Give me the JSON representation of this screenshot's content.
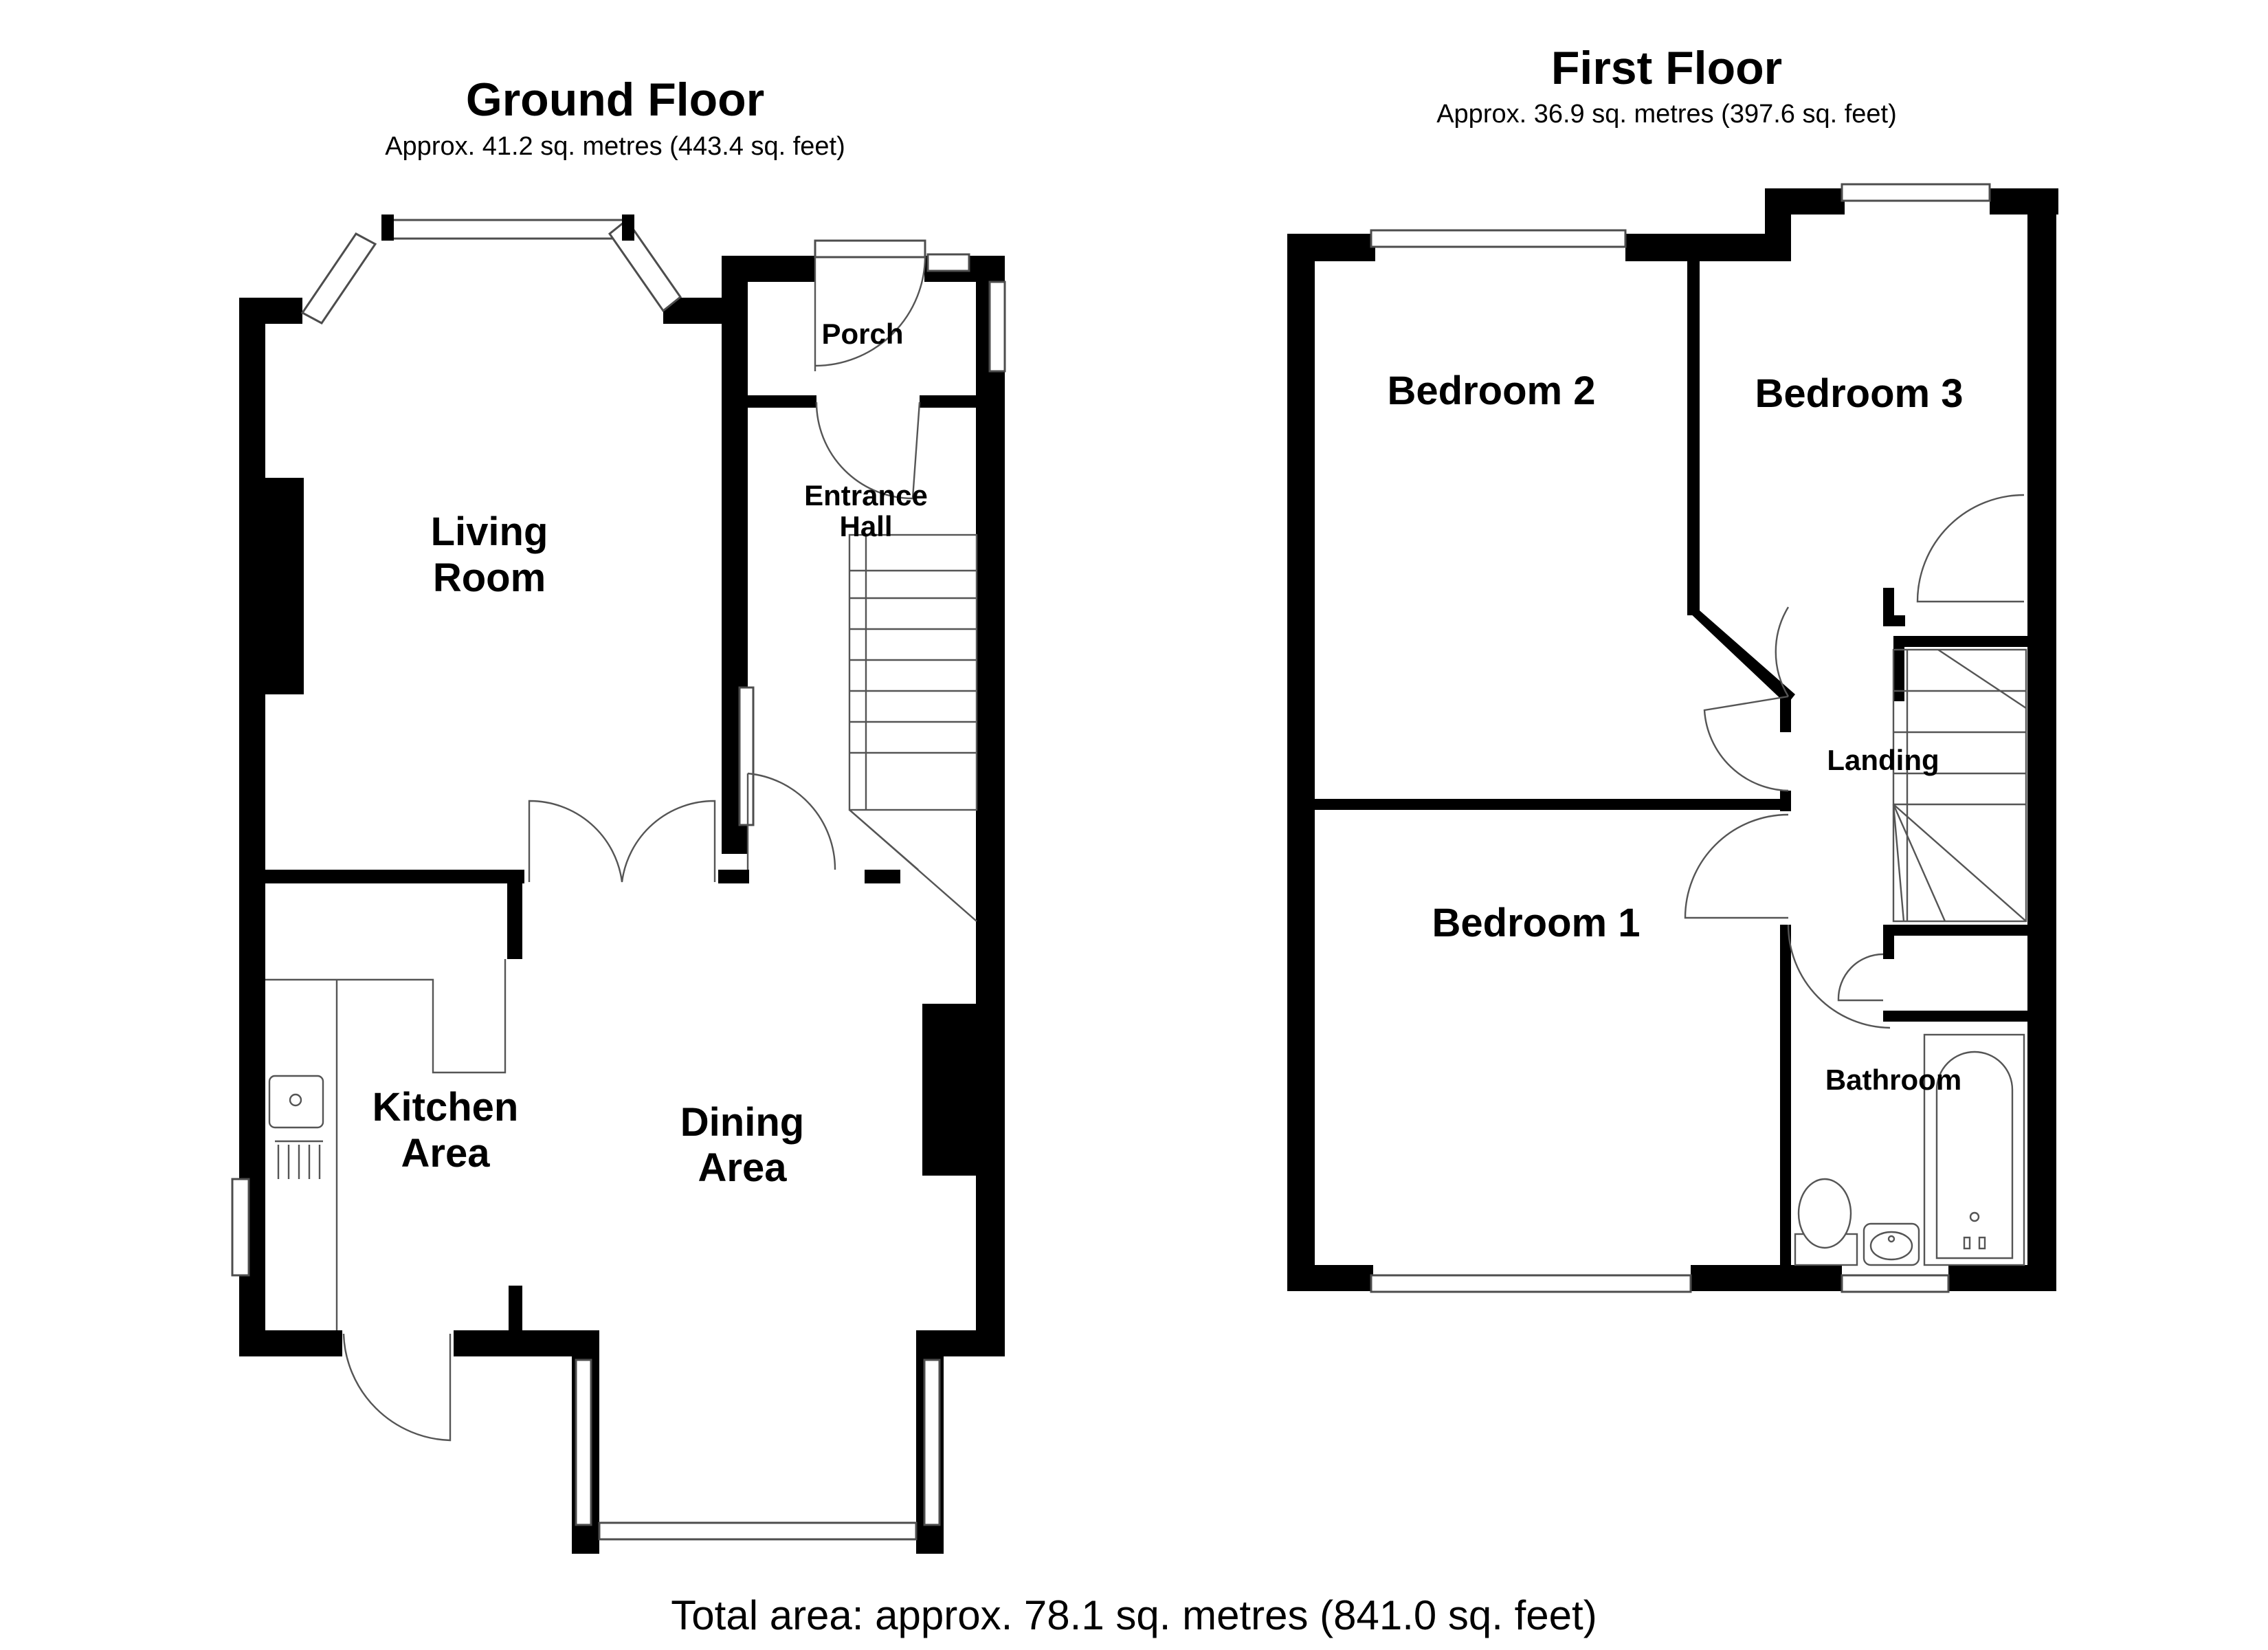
{
  "ground_floor": {
    "title": "Ground Floor",
    "area": "Approx. 41.2 sq. metres (443.4 sq. feet)",
    "rooms": {
      "porch": "Porch",
      "entrance_hall_1": "Entrance",
      "entrance_hall_2": "Hall",
      "living_room_1": "Living",
      "living_room_2": "Room",
      "kitchen_area_1": "Kitchen",
      "kitchen_area_2": "Area",
      "dining_area_1": "Dining",
      "dining_area_2": "Area"
    }
  },
  "first_floor": {
    "title": "First Floor",
    "area": "Approx. 36.9 sq. metres (397.6 sq. feet)",
    "rooms": {
      "bedroom_1": "Bedroom 1",
      "bedroom_2": "Bedroom 2",
      "bedroom_3": "Bedroom 3",
      "landing": "Landing",
      "bathroom": "Bathroom"
    }
  },
  "total_area": "Total area: approx. 78.1 sq. metres (841.0 sq. feet)"
}
